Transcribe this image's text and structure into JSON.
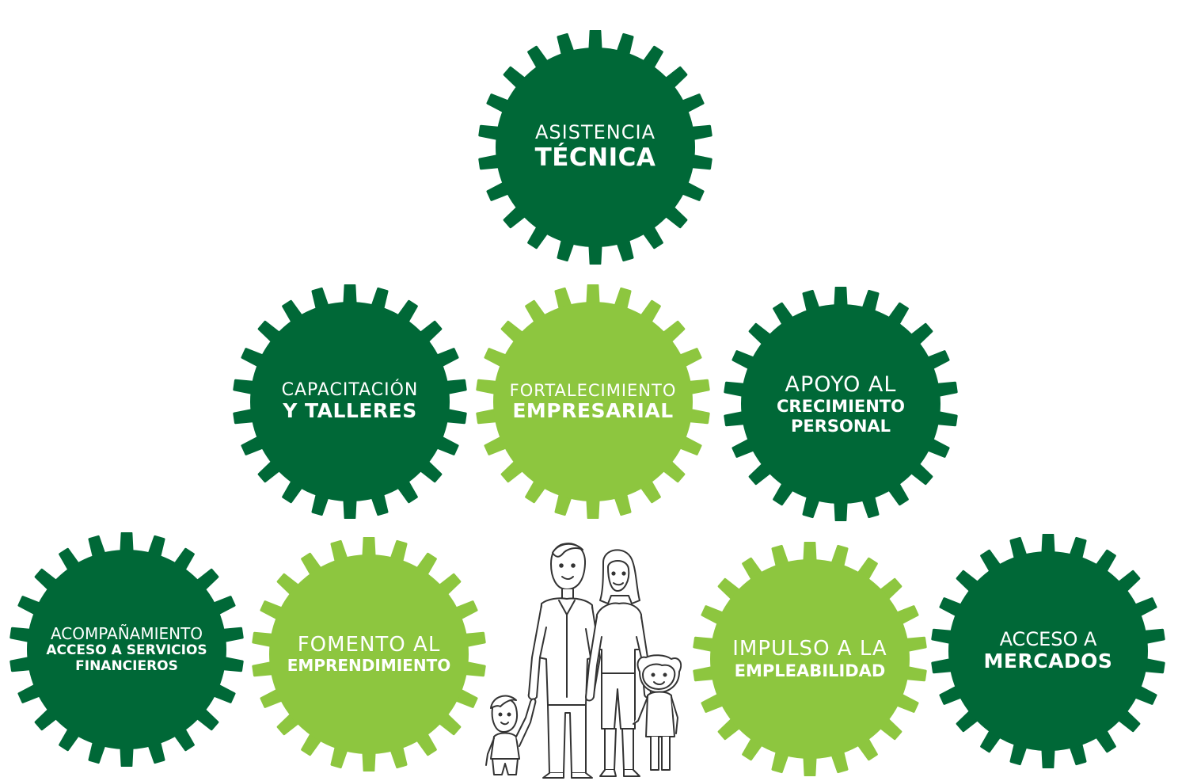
{
  "colors": {
    "dark_green": "#006837",
    "light_green": "#8DC63F",
    "text": "#ffffff"
  },
  "gears": {
    "asistencia": {
      "line1": "ASISTENCIA",
      "line2": "TÉCNICA",
      "color": "dark"
    },
    "capacitacion": {
      "line1": "CAPACITACIÓN",
      "line2": "Y TALLERES",
      "color": "dark"
    },
    "fortalecimiento": {
      "line1": "FORTALECIMIENTO",
      "line2": "EMPRESARIAL",
      "color": "light"
    },
    "apoyo": {
      "line1": "APOYO AL",
      "line2": "CRECIMIENTO",
      "line3": "PERSONAL",
      "color": "dark"
    },
    "acompanamiento": {
      "line1": "ACOMPAÑAMIENTO",
      "line2": "ACCESO A SERVICIOS",
      "line3": "FINANCIEROS",
      "color": "dark"
    },
    "fomento": {
      "line1": "FOMENTO AL",
      "line2": "EMPRENDIMIENTO",
      "color": "light"
    },
    "impulso": {
      "line1": "IMPULSO A LA",
      "line2": "EMPLEABILIDAD",
      "color": "light"
    },
    "acceso": {
      "line1": "ACCESO A",
      "line2": "MERCADOS",
      "color": "dark"
    }
  },
  "illustration": {
    "icon": "family-illustration"
  }
}
